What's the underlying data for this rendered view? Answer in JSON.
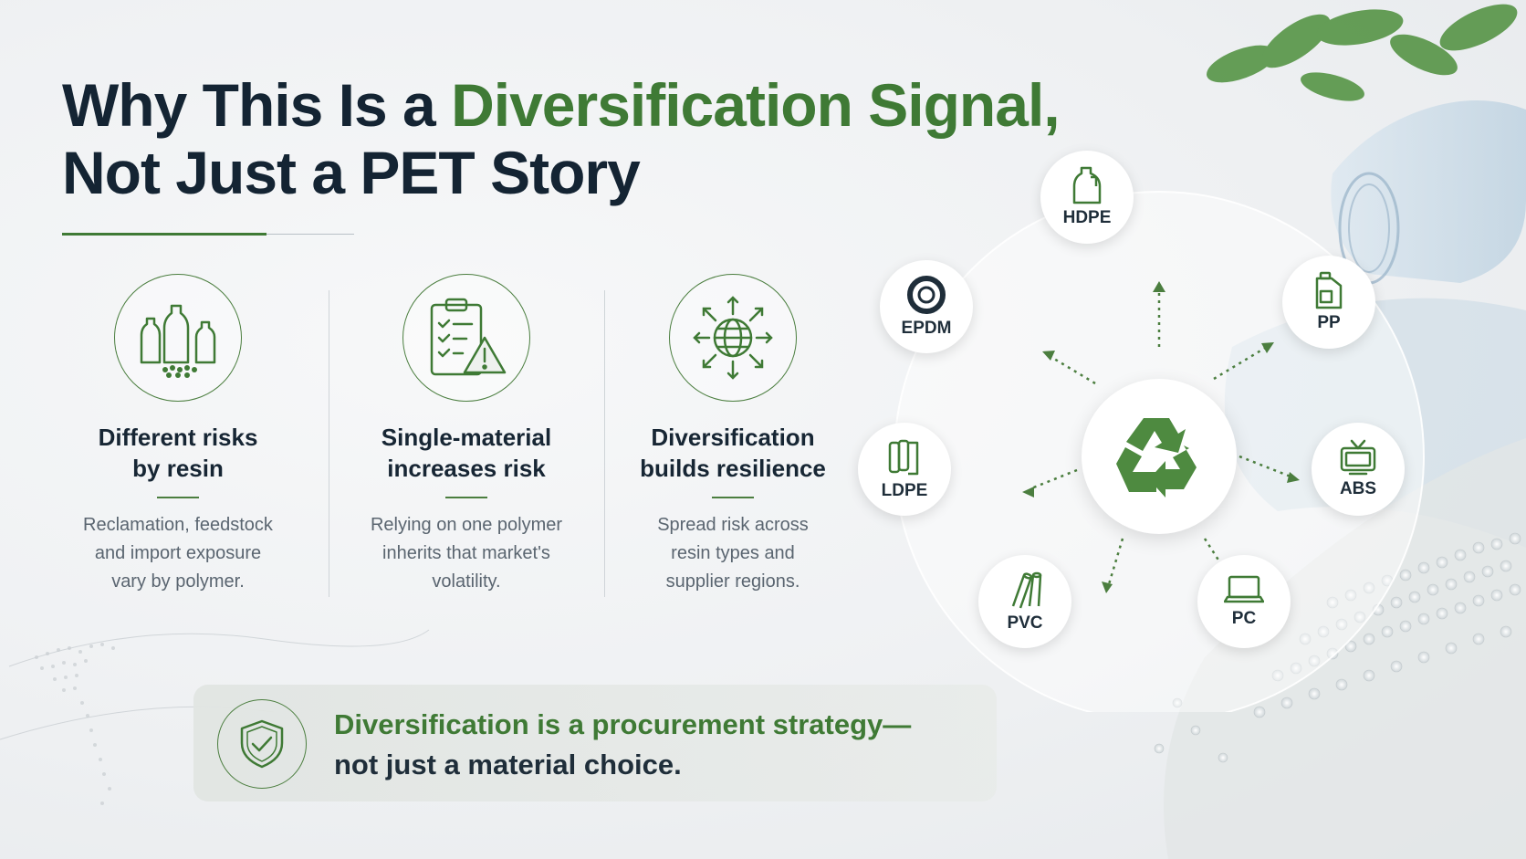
{
  "title": {
    "line1_prefix": "Why This Is a ",
    "line1_accent": "Diversification Signal,",
    "line2": "Not Just a PET Story"
  },
  "columns": [
    {
      "heading_line1": "Different risks",
      "heading_line2": "by resin",
      "body_line1": "Reclamation, feedstock",
      "body_line2": "and import exposure",
      "body_line3": "vary by polymer.",
      "icon": "bottles-icon"
    },
    {
      "heading_line1": "Single-material",
      "heading_line2": "increases risk",
      "body_line1": "Relying on one polymer",
      "body_line2": "inherits that market's",
      "body_line3": "volatility.",
      "icon": "clipboard-warning-icon"
    },
    {
      "heading_line1": "Diversification",
      "heading_line2": "builds resilience",
      "body_line1": "Spread risk across",
      "body_line2": "resin types and",
      "body_line3": "supplier regions.",
      "icon": "globe-arrows-icon"
    }
  ],
  "callout": {
    "line1": "Diversification is a procurement strategy—",
    "line2": "not just a material choice.",
    "icon": "shield-check-icon"
  },
  "diagram": {
    "hub_icon": "recycle-icon",
    "nodes": [
      {
        "label": "HDPE",
        "icon": "jug-icon"
      },
      {
        "label": "PP",
        "icon": "container-icon"
      },
      {
        "label": "ABS",
        "icon": "tv-icon"
      },
      {
        "label": "PC",
        "icon": "laptop-icon"
      },
      {
        "label": "PVC",
        "icon": "pipes-icon"
      },
      {
        "label": "LDPE",
        "icon": "film-roll-icon"
      },
      {
        "label": "EPDM",
        "icon": "ring-seal-icon"
      }
    ]
  },
  "colors": {
    "accent": "#3f7a35",
    "ink": "#142433",
    "muted": "#5a6570"
  }
}
